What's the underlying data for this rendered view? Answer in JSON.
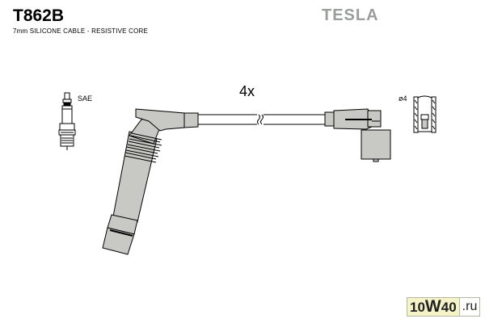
{
  "header": {
    "part_number": "T862B",
    "subtitle": "7mm SILICONE CABLE - RESISTIVE CORE",
    "brand": "TESLA"
  },
  "diagram": {
    "quantity_label": "4x",
    "spark_plug_label": "SAE",
    "terminal_label": "ø4",
    "colors": {
      "boot_fill": "#c8c9c5",
      "outline": "#000000",
      "cable_fill": "#ffffff",
      "brand_gray": "#9a9e9a"
    }
  },
  "watermark": {
    "prefix": "10",
    "big_letter": "W",
    "suffix": "40",
    "tld": ".ru"
  }
}
